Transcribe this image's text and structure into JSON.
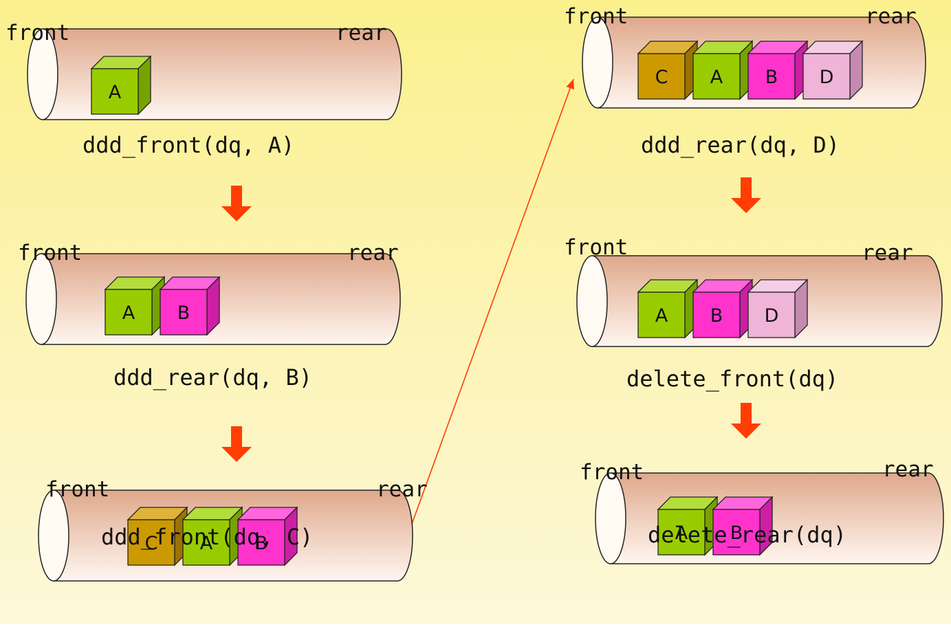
{
  "labels": {
    "front": "front",
    "rear": "rear"
  },
  "colors": {
    "background_top": "#fbf08d",
    "arrow": "#ff3d05",
    "cylinder_top": "#dfa88b",
    "cylinder_bottom": "#fff6f0"
  },
  "box_colors": {
    "A": {
      "front": "#99cc00",
      "top": "#b3dd3b",
      "side": "#77a300"
    },
    "B": {
      "front": "#ff33cc",
      "top": "#ff66dd",
      "side": "#cc1fa3"
    },
    "C": {
      "front": "#cc9900",
      "top": "#dfb23a",
      "side": "#9a7300"
    },
    "D": {
      "front": "#f0b4d8",
      "top": "#f6cde6",
      "side": "#c58ab0"
    }
  },
  "steps": [
    {
      "caption": "ddd_front(dq, A)",
      "items": [
        "A"
      ]
    },
    {
      "caption": "ddd_rear(dq, B)",
      "items": [
        "A",
        "B"
      ]
    },
    {
      "caption": "ddd_front(dq, C)",
      "items": [
        "C",
        "A",
        "B"
      ]
    },
    {
      "caption": "ddd_rear(dq, D)",
      "items": [
        "C",
        "A",
        "B",
        "D"
      ]
    },
    {
      "caption": "delete_front(dq)",
      "items": [
        "A",
        "B",
        "D"
      ]
    },
    {
      "caption": "delete_rear(dq)",
      "items": [
        "A",
        "B"
      ]
    }
  ]
}
